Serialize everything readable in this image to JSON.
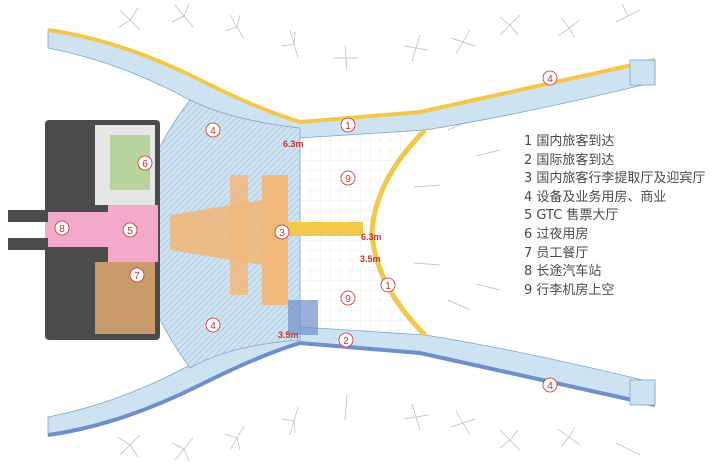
{
  "legend": {
    "items": [
      "1 国内旅客到达",
      "2 国际旅客到达",
      "3 国内旅客行李提取厅及迎宾厅",
      "4 设备及业务用房、商业",
      "5 GTC 售票大厅",
      "6 过夜用房",
      "7 员工餐厅",
      "8 长途汽车站",
      "9 行李机房上空"
    ]
  },
  "plan": {
    "zone_labels": {
      "z1_top": "1",
      "z1_right": "1",
      "z2_bottom": "2",
      "z3": "3",
      "z4_top_left": "4",
      "z4_bottom_left": "4",
      "z4_top_right": "4",
      "z4_bottom_right": "4",
      "z5": "5",
      "z6": "6",
      "z7": "7",
      "z8": "8",
      "z9_top": "9",
      "z9_bottom": "9"
    },
    "dimensions": {
      "d1": "6.3m",
      "d2": "6.3m",
      "d3": "3.5m",
      "d4": "3.5m"
    },
    "colors": {
      "corridor": "#f2c84b",
      "corridor_blue": "#6f8fcc",
      "light_blue": "#cde3f2",
      "orange": "#f0b87c",
      "pink": "#f3a9c9",
      "brown": "#c99a6a",
      "dark": "#4b4b4b",
      "label_red": "#c9302c"
    }
  }
}
